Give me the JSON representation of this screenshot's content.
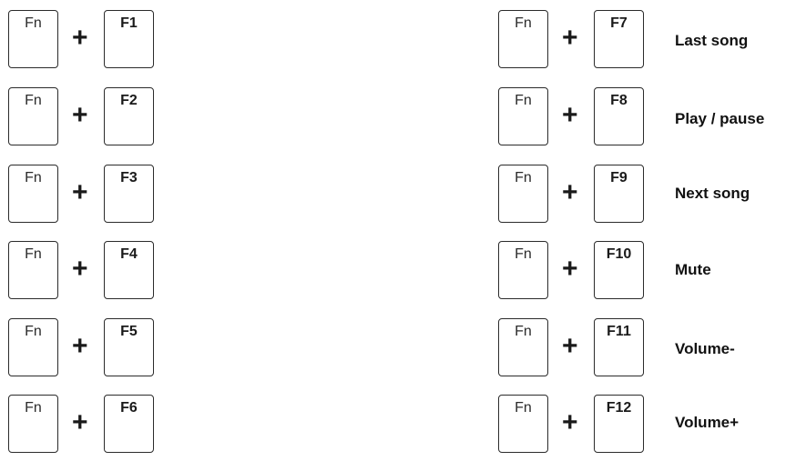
{
  "left_column": [
    {
      "modifier": "Fn",
      "plus": "+",
      "key": "F1"
    },
    {
      "modifier": "Fn",
      "plus": "+",
      "key": "F2"
    },
    {
      "modifier": "Fn",
      "plus": "+",
      "key": "F3"
    },
    {
      "modifier": "Fn",
      "plus": "+",
      "key": "F4"
    },
    {
      "modifier": "Fn",
      "plus": "+",
      "key": "F5"
    },
    {
      "modifier": "Fn",
      "plus": "+",
      "key": "F6"
    }
  ],
  "right_column": [
    {
      "modifier": "Fn",
      "plus": "+",
      "key": "F7",
      "function": "Last song"
    },
    {
      "modifier": "Fn",
      "plus": "+",
      "key": "F8",
      "function": "Play / pause"
    },
    {
      "modifier": "Fn",
      "plus": "+",
      "key": "F9",
      "function": "Next song"
    },
    {
      "modifier": "Fn",
      "plus": "+",
      "key": "F10",
      "function": "Mute"
    },
    {
      "modifier": "Fn",
      "plus": "+",
      "key": "F11",
      "function": "Volume-"
    },
    {
      "modifier": "Fn",
      "plus": "+",
      "key": "F12",
      "function": "Volume+"
    }
  ]
}
